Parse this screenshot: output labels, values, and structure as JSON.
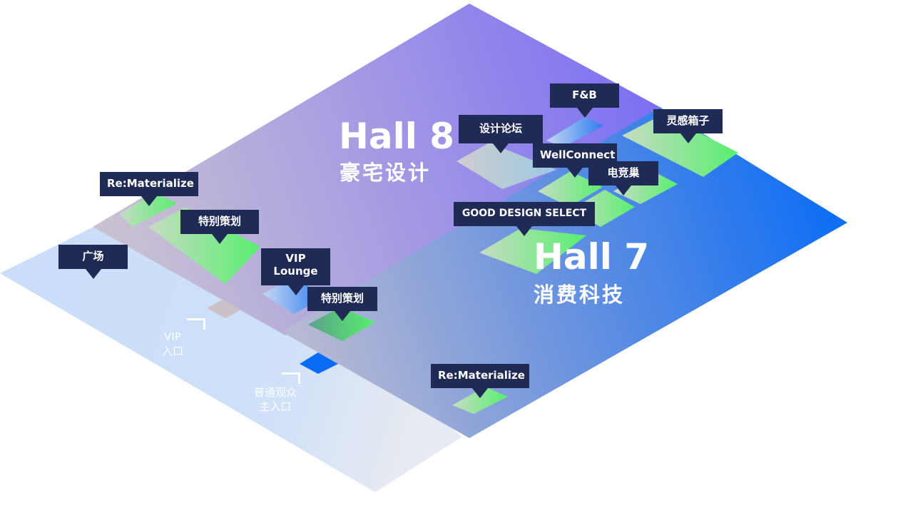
{
  "halls": [
    {
      "id": "hall8",
      "title": "Hall 8",
      "subtitle": "豪宅设计"
    },
    {
      "id": "hall7",
      "title": "Hall 7",
      "subtitle": "消费科技"
    }
  ],
  "labels": [
    {
      "id": "rematerialize-top",
      "lines": [
        "Re:Materialize"
      ]
    },
    {
      "id": "special-1",
      "lines": [
        "特别策划"
      ]
    },
    {
      "id": "plaza",
      "lines": [
        "广场"
      ]
    },
    {
      "id": "vip-lounge",
      "lines": [
        "VIP",
        "Lounge"
      ]
    },
    {
      "id": "special-2",
      "lines": [
        "特别策划"
      ]
    },
    {
      "id": "design-forum",
      "lines": [
        "设计论坛"
      ]
    },
    {
      "id": "fnb",
      "lines": [
        "F&B"
      ]
    },
    {
      "id": "inspiration-box",
      "lines": [
        "灵感箱子"
      ]
    },
    {
      "id": "wellconnect",
      "lines": [
        "WellConnect"
      ]
    },
    {
      "id": "esports",
      "lines": [
        "电竞巢"
      ]
    },
    {
      "id": "good-design",
      "lines": [
        "GOOD DESIGN SELECT"
      ]
    },
    {
      "id": "rematerialize-bottom",
      "lines": [
        "Re:Materialize"
      ]
    }
  ],
  "entrances": [
    {
      "id": "vip-entrance",
      "lines": [
        "VIP",
        "入口"
      ]
    },
    {
      "id": "main-entrance",
      "lines": [
        "普通观众",
        "主入口"
      ]
    }
  ]
}
